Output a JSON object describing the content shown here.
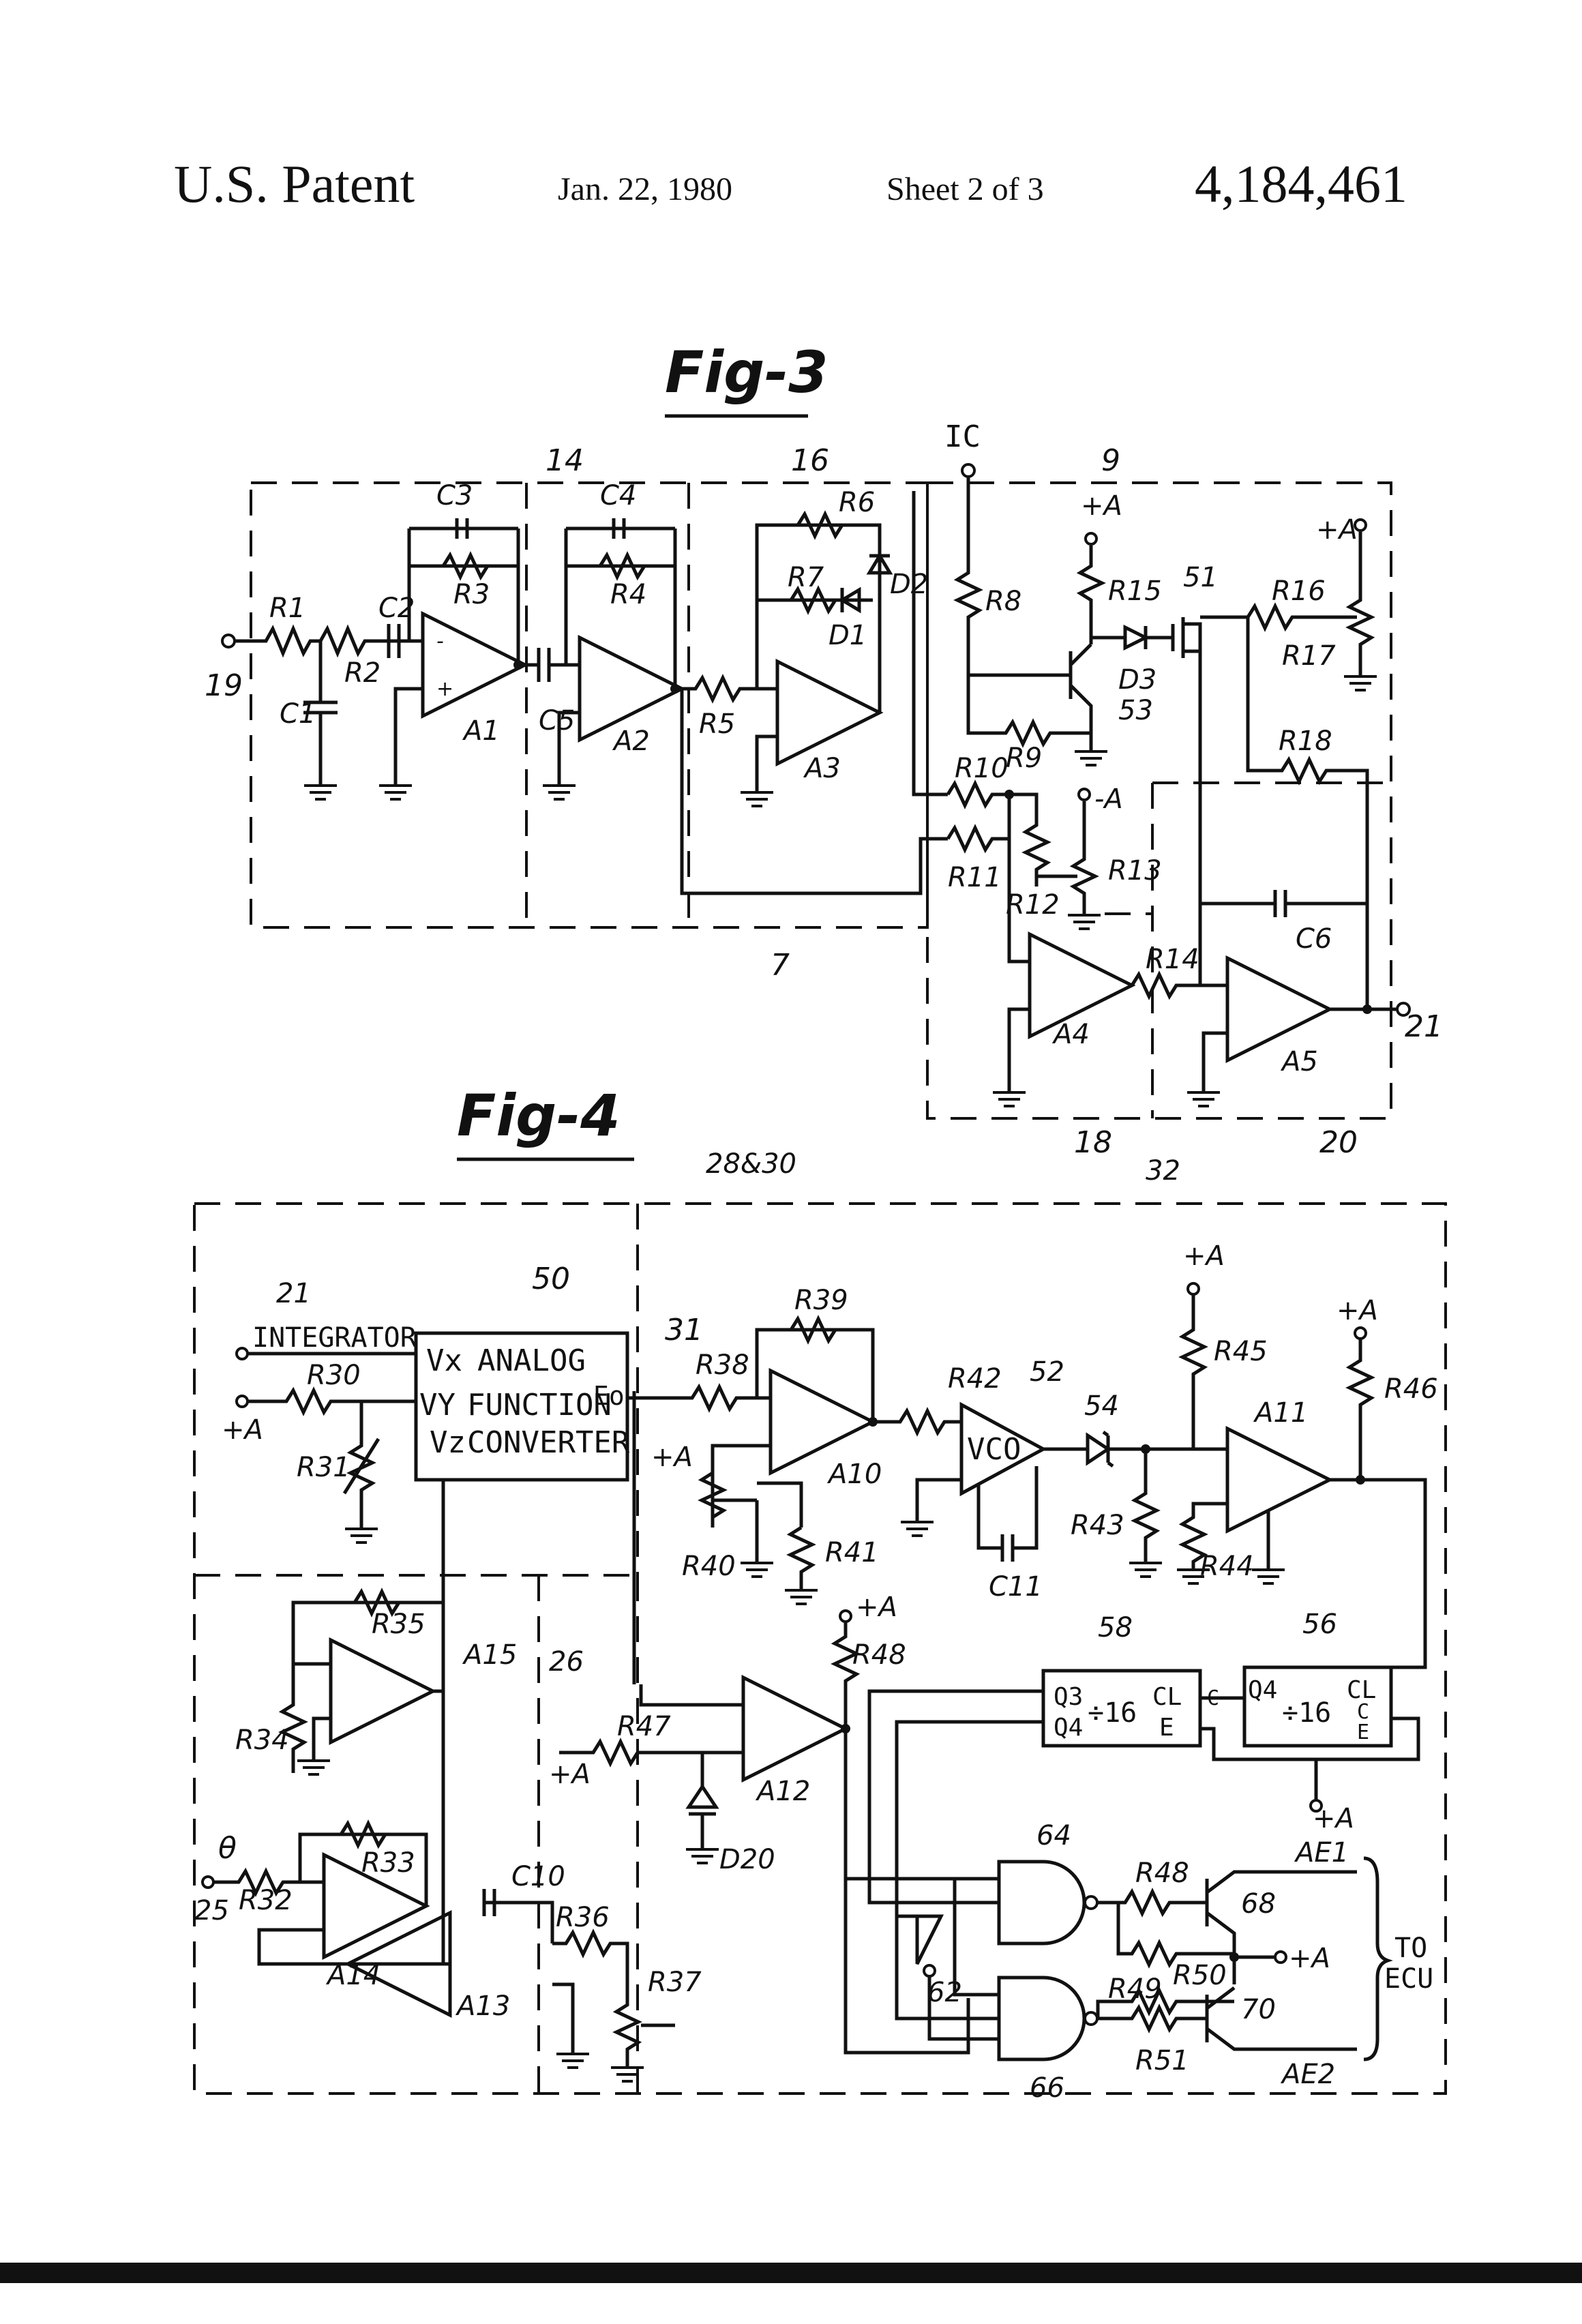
{
  "header": {
    "patent_label": "U.S. Patent",
    "date": "Jan. 22, 1980",
    "sheet": "Sheet 2 of 3",
    "patent_number": "4,184,461"
  },
  "fig3": {
    "title": "Fig-3",
    "refs": {
      "r14": "14",
      "r16": "16",
      "r9": "9",
      "r7": "7",
      "r18": "18",
      "r20": "20",
      "r19": "19",
      "r21": "21",
      "r51": "51",
      "r53": "53"
    },
    "ic_label": "IC",
    "supply_pos": "+A",
    "supply_neg": "-A",
    "components": {
      "R1": "R1",
      "R2": "R2",
      "R3": "R3",
      "R4": "R4",
      "R5": "R5",
      "R6": "R6",
      "R7": "R7",
      "R8": "R8",
      "R9": "R9",
      "R10": "R10",
      "R11": "R11",
      "R12": "R12",
      "R13": "R13",
      "R14": "R14",
      "R15": "R15",
      "R16": "R16",
      "R17": "R17",
      "R18": "R18",
      "C1": "C1",
      "C2": "C2",
      "C3": "C3",
      "C4": "C4",
      "C5": "C5",
      "C6": "C6",
      "D1": "D1",
      "D2": "D2",
      "D3": "D3",
      "A1": "A1",
      "A2": "A2",
      "A3": "A3",
      "A4": "A4",
      "A5": "A5"
    }
  },
  "fig4": {
    "title": "Fig-4",
    "refs": {
      "r28_30": "28&30",
      "r32": "32",
      "r21": "21",
      "r50": "50",
      "r31": "31",
      "r52": "52",
      "r54": "54",
      "r26": "26",
      "r25": "25",
      "r58": "58",
      "r56": "56",
      "r62": "62",
      "r64": "64",
      "r66": "66",
      "r68": "68",
      "r70": "70"
    },
    "integrator_label": "INTEGRATOR",
    "converter": {
      "vx": "Vx",
      "vy": "VY",
      "vz": "Vz",
      "eo": "Eo",
      "line1": "ANALOG",
      "line2": "FUNCTION",
      "line3": "CONVERTER"
    },
    "vco_label": "VCO",
    "theta": "θ",
    "counter_58": {
      "q3": "Q3",
      "q4": "Q4",
      "div": "÷16",
      "cl": "CL",
      "e": "E",
      "c": "C"
    },
    "counter_56": {
      "q4": "Q4",
      "div": "÷16",
      "cl": "CL",
      "c": "C",
      "e": "E"
    },
    "outputs": {
      "ae1": "AE1",
      "ae2": "AE2",
      "to": "TO",
      "ecu": "ECU"
    },
    "supply_pos": "+A",
    "components": {
      "R30": "R30",
      "R31": "R31",
      "R32": "R32",
      "R33": "R33",
      "R34": "R34",
      "R35": "R35",
      "R36": "R36",
      "R37": "R37",
      "R38": "R38",
      "R39": "R39",
      "R40": "R40",
      "R41": "R41",
      "R42": "R42",
      "R43": "R43",
      "R44": "R44",
      "R45": "R45",
      "R46": "R46",
      "R47": "R47",
      "R48": "R48",
      "R48b": "R48",
      "R49": "R49",
      "R50": "R50",
      "R51": "R51",
      "C10": "C10",
      "C11": "C11",
      "D20": "D20",
      "A10": "A10",
      "A11": "A11",
      "A12": "A12",
      "A13": "A13",
      "A14": "A14",
      "A15": "A15"
    }
  }
}
